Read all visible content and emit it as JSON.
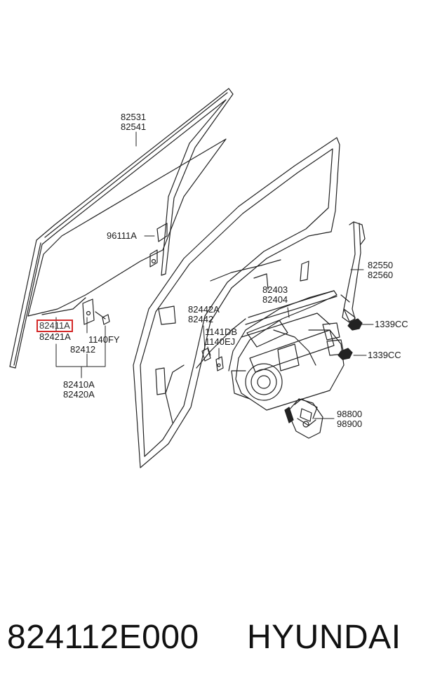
{
  "callouts": {
    "glass_run_a": "82531",
    "glass_run_b": "82541",
    "rear_channel": "96111A",
    "glass_a": "82411A",
    "glass_b": "82421A",
    "clip": "82412",
    "bolt": "1140FY",
    "glass_assy_a": "82410A",
    "glass_assy_b": "82420A",
    "rod_a": "82442A",
    "rod_b": "82442",
    "screw_a": "1141DB",
    "screw_b": "1140EJ",
    "regulator_a": "82403",
    "regulator_b": "82404",
    "channel_a": "82550",
    "channel_b": "82560",
    "nut_top": "1339CC",
    "nut_bottom": "1339CC",
    "motor_a": "98800",
    "motor_b": "98900"
  },
  "highlight_color": "#d42a2a",
  "footer": {
    "part_number": "824112E000",
    "brand": "HYUNDAI"
  }
}
